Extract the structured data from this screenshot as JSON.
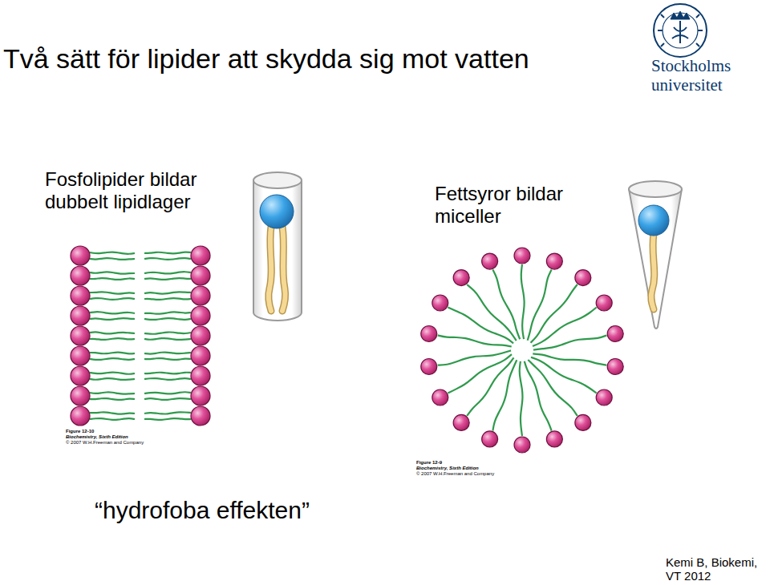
{
  "diagram": {
    "title": "Två sätt för lipider att skydda sig mot vatten",
    "labels": [
      "Fosfolipider bildar dubbelt lipidlager",
      "Fettsyror bildar miceller",
      "Figure 12-10",
      "Biochemistry, Sixth Edition",
      "© 2007 W.H.Freeman and Company",
      "Figure 12-9",
      "Biochemistry, Sixth Edition",
      "© 2007 W.H.Freeman and Company",
      "“hydrofoba effekten”",
      "Kemi B, Biokemi, VT 2012",
      "Stockholms universitet"
    ]
  }
}
